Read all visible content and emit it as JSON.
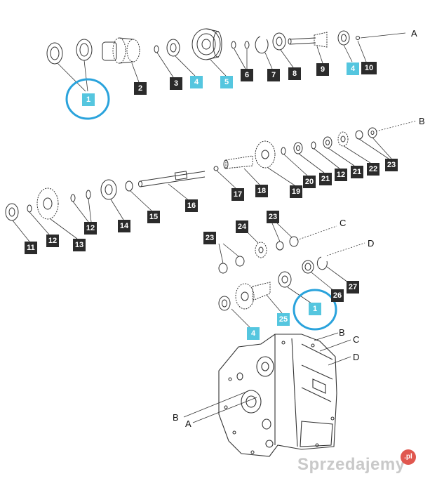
{
  "labels": [
    {
      "text": "1",
      "style": "cyan"
    },
    {
      "text": "2",
      "style": "dark"
    },
    {
      "text": "3",
      "style": "dark"
    },
    {
      "text": "4",
      "style": "cyan"
    },
    {
      "text": "5",
      "style": "cyan"
    },
    {
      "text": "6",
      "style": "dark"
    },
    {
      "text": "7",
      "style": "dark"
    },
    {
      "text": "8",
      "style": "dark"
    },
    {
      "text": "9",
      "style": "dark"
    },
    {
      "text": "4",
      "style": "cyan"
    },
    {
      "text": "10",
      "style": "dark"
    },
    {
      "text": "23",
      "style": "dark"
    },
    {
      "text": "22",
      "style": "dark"
    },
    {
      "text": "21",
      "style": "dark"
    },
    {
      "text": "12",
      "style": "dark"
    },
    {
      "text": "21",
      "style": "dark"
    },
    {
      "text": "20",
      "style": "dark"
    },
    {
      "text": "19",
      "style": "dark"
    },
    {
      "text": "18",
      "style": "dark"
    },
    {
      "text": "17",
      "style": "dark"
    },
    {
      "text": "16",
      "style": "dark"
    },
    {
      "text": "15",
      "style": "dark"
    },
    {
      "text": "14",
      "style": "dark"
    },
    {
      "text": "12",
      "style": "dark"
    },
    {
      "text": "13",
      "style": "dark"
    },
    {
      "text": "12",
      "style": "dark"
    },
    {
      "text": "11",
      "style": "dark"
    },
    {
      "text": "23",
      "style": "dark"
    },
    {
      "text": "24",
      "style": "dark"
    },
    {
      "text": "23",
      "style": "dark"
    },
    {
      "text": "27",
      "style": "dark"
    },
    {
      "text": "26",
      "style": "dark"
    },
    {
      "text": "1",
      "style": "cyan"
    },
    {
      "text": "25",
      "style": "cyan"
    },
    {
      "text": "4",
      "style": "cyan"
    }
  ],
  "refs": [
    "A",
    "B",
    "C",
    "D",
    "B",
    "C",
    "D",
    "B",
    "A"
  ],
  "colors": {
    "dark_label": "#2b2b2b",
    "cyan_label": "#55c6df",
    "circle": "#2aa3dc",
    "line": "#333333"
  },
  "watermark": {
    "text": "Sprzedajemy",
    "suffix": ".pl"
  }
}
